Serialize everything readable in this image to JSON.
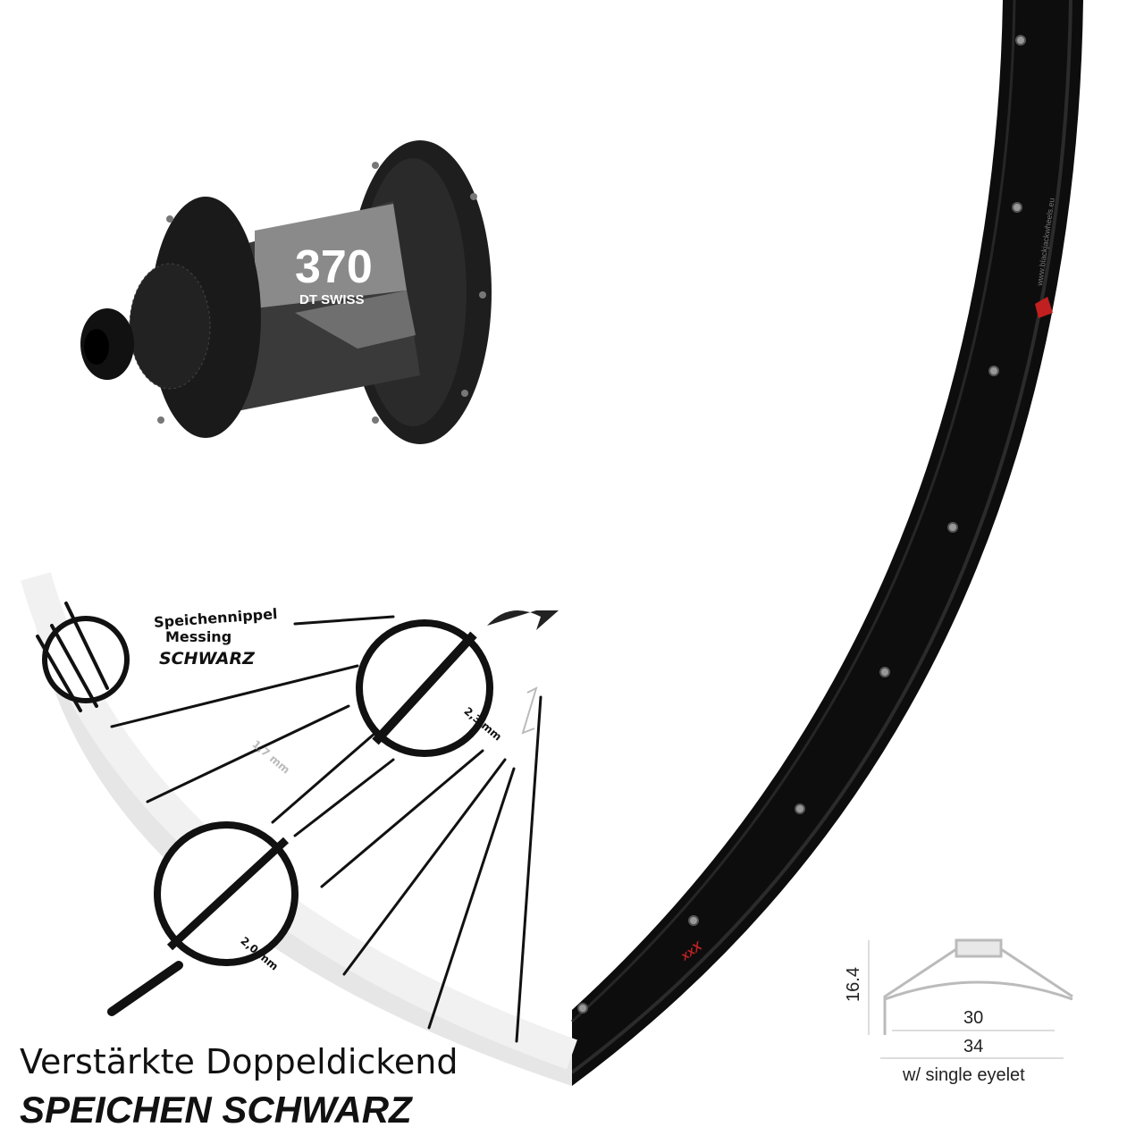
{
  "hub": {
    "model": "370",
    "brand": "DT SWISS",
    "color": "#1a1a1a",
    "band_color": "#8a8a8a"
  },
  "rim": {
    "color": "#0d0d0d",
    "url": "www.blackjackwheels.eu",
    "decal": "xxX"
  },
  "spoke_diagram": {
    "nipple_label_1": "Speichennippel",
    "nipple_label_2": "Messing",
    "nipple_label_3": "SCHWARZ",
    "dim_top": "2,3 mm",
    "dim_mid": "1,7 mm",
    "dim_bottom": "2,0 mm"
  },
  "caption": {
    "line1": "Verstärkte Doppeldickend",
    "line2": "SPEICHEN SCHWARZ"
  },
  "profile": {
    "height": "16.4",
    "inner_width": "30",
    "outer_width": "34",
    "note": "w/ single eyelet"
  }
}
